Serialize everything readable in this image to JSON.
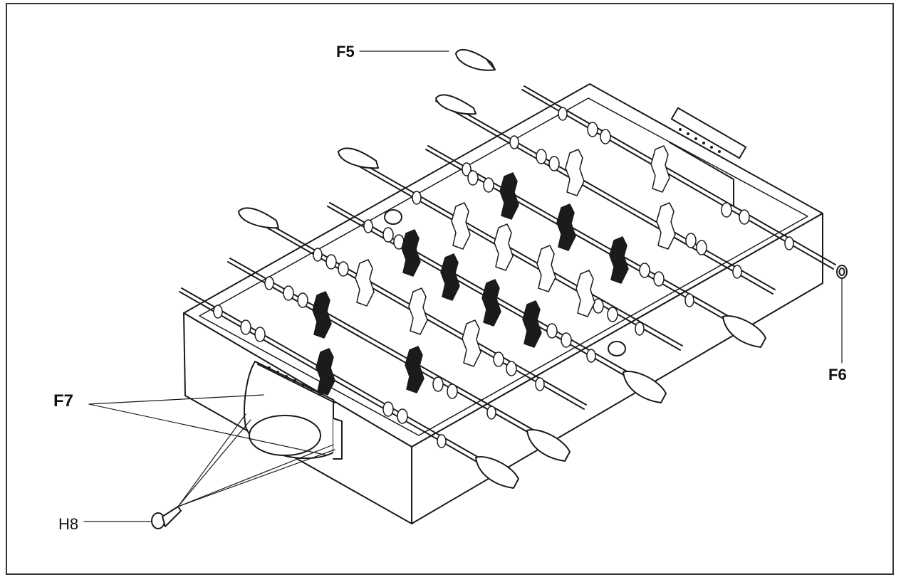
{
  "labels": {
    "f5": "F5",
    "f6": "F6",
    "f7": "F7",
    "h8": "H8"
  },
  "colors": {
    "line": "#1a1a1a",
    "fill": "#ffffff",
    "player_dark": "#1b1b1b"
  }
}
